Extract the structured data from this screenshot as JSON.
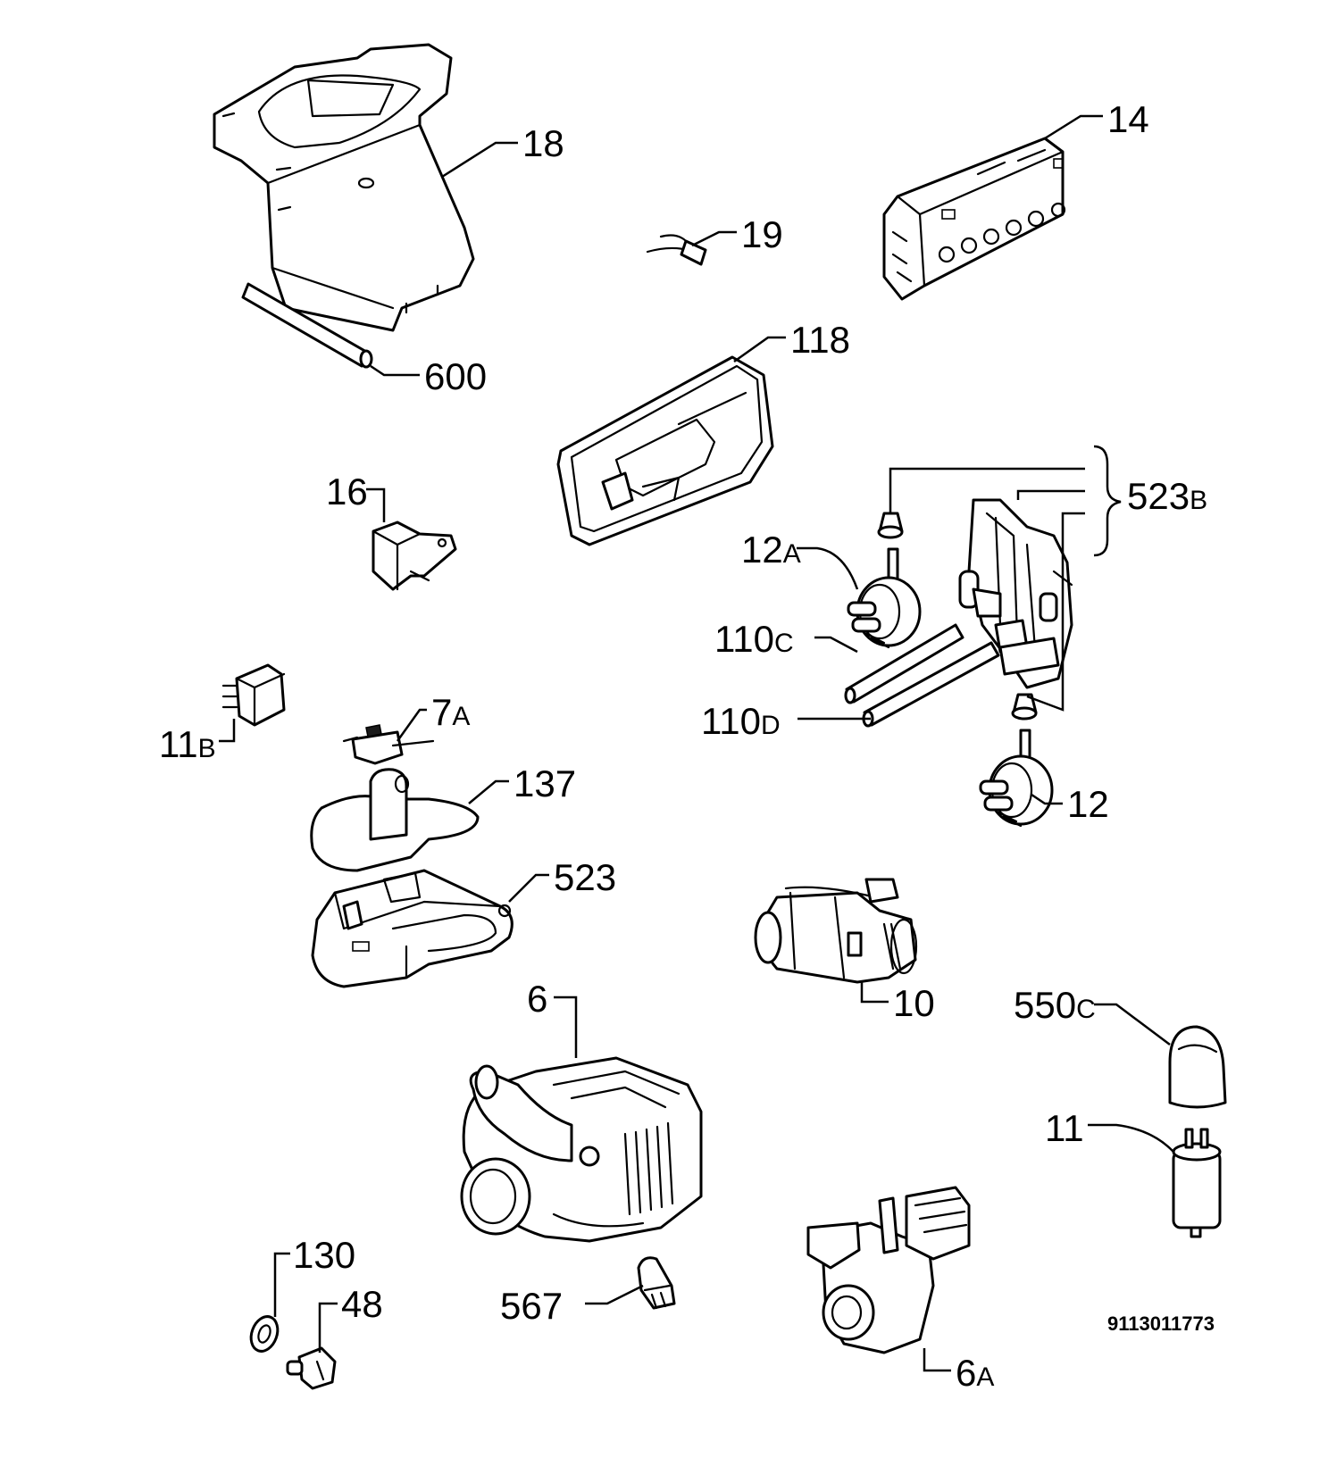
{
  "labels": {
    "l18": "18",
    "l600": "600",
    "l19": "19",
    "l14": "14",
    "l118": "118",
    "l16": "16",
    "l523b": "523",
    "l523b_suf": "B",
    "l12a": "12",
    "l12a_suf": "A",
    "l110c": "110",
    "l110c_suf": "C",
    "l110d": "110",
    "l110d_suf": "D",
    "l11b": "11",
    "l11b_suf": "B",
    "l7a": "7",
    "l7a_suf": "A",
    "l137": "137",
    "l12": "12",
    "l523": "523",
    "l10": "10",
    "l550c": "550",
    "l550c_suf": "C",
    "l6": "6",
    "l11": "11",
    "l130": "130",
    "l48": "48",
    "l567": "567",
    "l6a": "6",
    "l6a_suf": "A"
  },
  "drawing_code": "9113011773"
}
